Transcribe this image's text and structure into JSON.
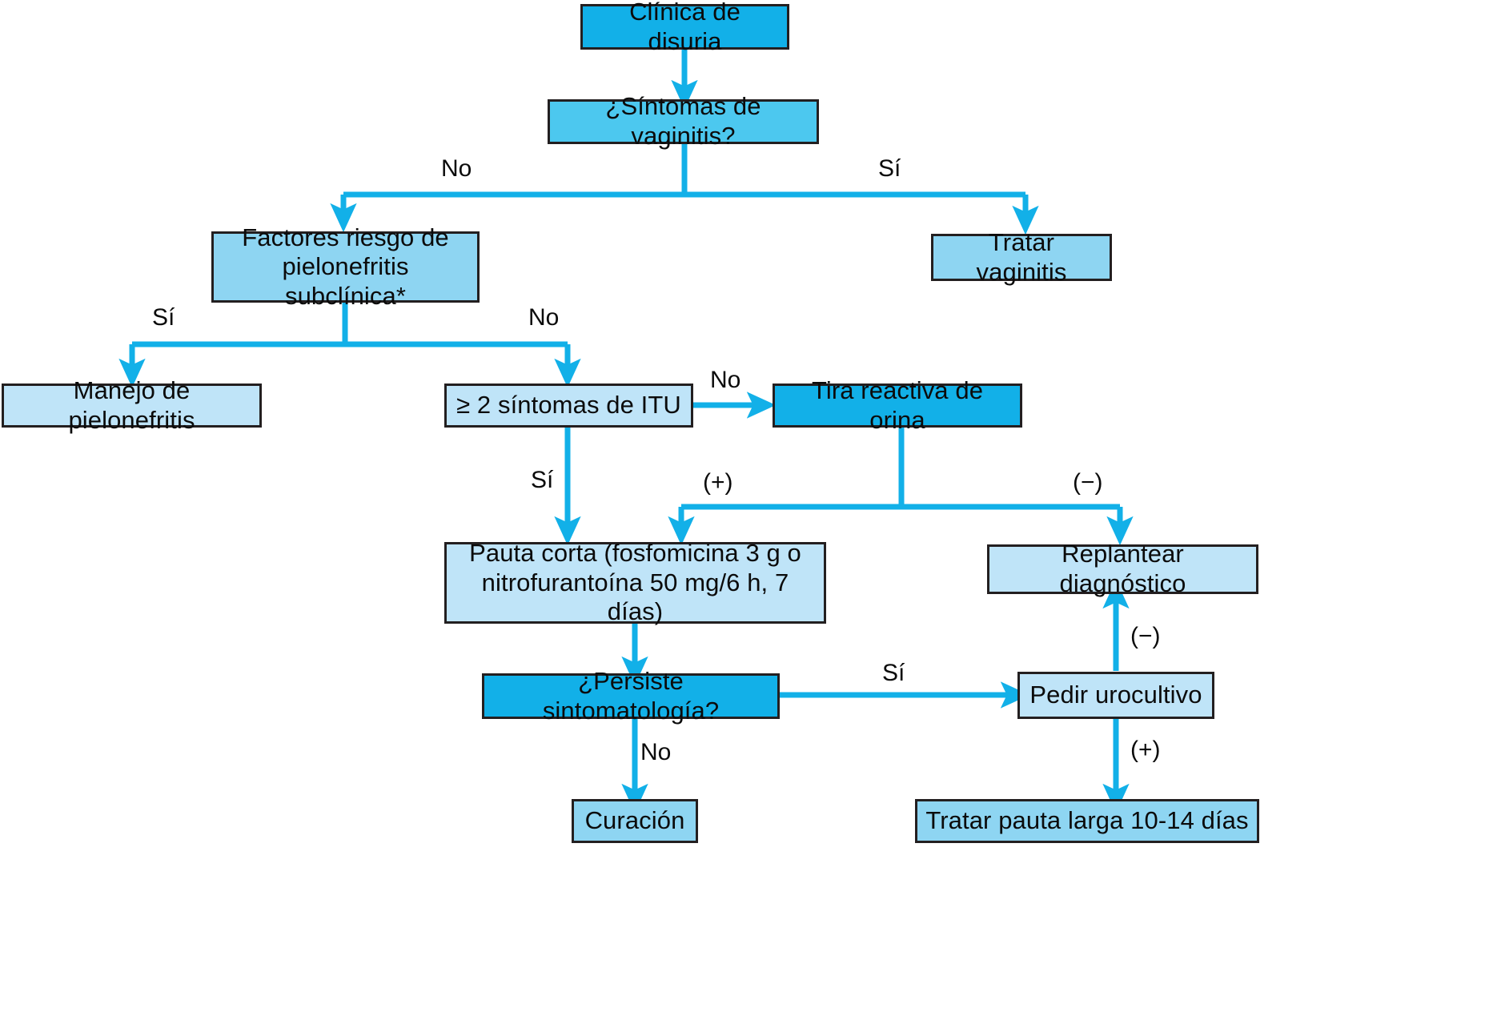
{
  "diagram": {
    "title": "Algoritmo de manejo de la clínica de disuria",
    "colors": {
      "dark_box": "#12b0e8",
      "mid_box": "#4cc8ef",
      "light_box": "#bfe4f8",
      "light2_box": "#8ed5f2",
      "border": "#231f20",
      "connector": "#12b0e8",
      "text": "#0b0b0b"
    },
    "nodes": [
      {
        "id": "clinica",
        "label": "Clínica de disuria"
      },
      {
        "id": "vaginitis_q",
        "label": "¿Síntomas de vaginitis?"
      },
      {
        "id": "tratar_vag",
        "label": "Tratar vaginitis"
      },
      {
        "id": "factores",
        "label": "Factores riesgo de\npielonefritis subclínica*"
      },
      {
        "id": "manejo_pielo",
        "label": "Manejo de pielonefritis"
      },
      {
        "id": "sintomas_itu",
        "label": "≥ 2 síntomas de ITU"
      },
      {
        "id": "tira_reactiva",
        "label": "Tira reactiva de orina"
      },
      {
        "id": "pauta_corta",
        "label": "Pauta corta (fosfomicina 3 g o\nnitrofurantoína 50 mg/6 h, 7 días)"
      },
      {
        "id": "replantear",
        "label": "Replantear diagnóstico"
      },
      {
        "id": "persiste_q",
        "label": "¿Persiste sintomatología?"
      },
      {
        "id": "pedir_uro",
        "label": "Pedir urocultivo"
      },
      {
        "id": "curacion",
        "label": "Curación"
      },
      {
        "id": "pauta_larga",
        "label": "Tratar pauta larga 10-14 días"
      }
    ],
    "edge_labels": [
      {
        "id": "vag_no",
        "text": "No"
      },
      {
        "id": "vag_si",
        "text": "Sí"
      },
      {
        "id": "fact_si",
        "text": "Sí"
      },
      {
        "id": "fact_no",
        "text": "No"
      },
      {
        "id": "itu_no",
        "text": "No"
      },
      {
        "id": "itu_si",
        "text": "Sí"
      },
      {
        "id": "tira_pos",
        "text": "(+)"
      },
      {
        "id": "tira_neg",
        "text": "(−)"
      },
      {
        "id": "persiste_si",
        "text": "Sí"
      },
      {
        "id": "persiste_no",
        "text": "No"
      },
      {
        "id": "uro_neg",
        "text": "(−)"
      },
      {
        "id": "uro_pos",
        "text": "(+)"
      }
    ]
  }
}
